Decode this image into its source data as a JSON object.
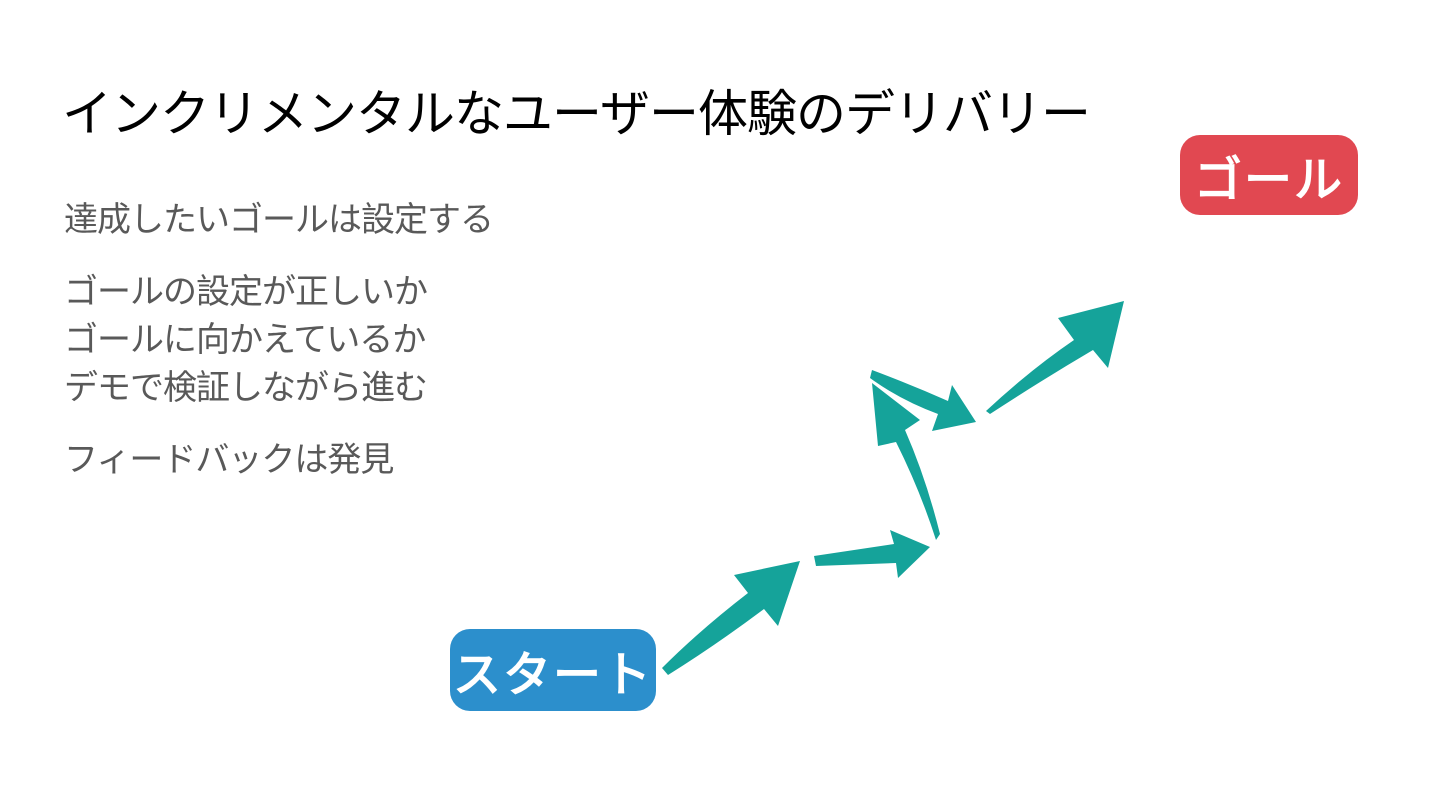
{
  "title": "インクリメンタルなユーザー体験のデリバリー",
  "paragraphs": [
    {
      "lines": [
        "達成したいゴールは設定する"
      ]
    },
    {
      "lines": [
        "ゴールの設定が正しいか",
        "ゴールに向かえているか",
        "デモで検証しながら進む"
      ]
    },
    {
      "lines": [
        "フィードバックは発見"
      ]
    }
  ],
  "badges": {
    "start": "スタート",
    "goal": "ゴール"
  },
  "colors": {
    "arrow": "#15a39a",
    "start_badge": "#2c8fcc",
    "goal_badge": "#e14851",
    "body_text": "#595959"
  }
}
